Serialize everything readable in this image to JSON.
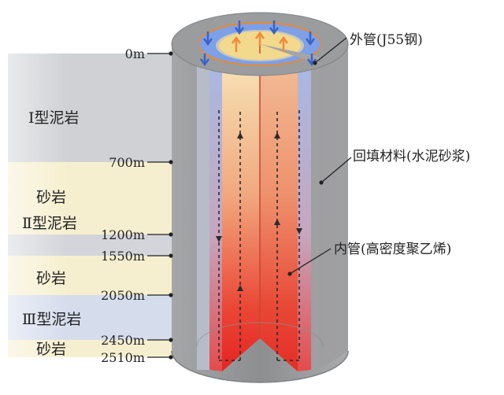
{
  "strata": [
    {
      "name": "Ⅰ型泥岩",
      "color": "#cfd1d5"
    },
    {
      "name": "砂岩",
      "color": "#f6efcf"
    },
    {
      "name": "Ⅱ型泥岩",
      "color": "#d3d5da"
    },
    {
      "name": "砂岩",
      "color": "#f6efcf"
    },
    {
      "name": "Ⅲ型泥岩",
      "color": "#d5dcec"
    },
    {
      "name": "砂岩",
      "color": "#f6efcf"
    }
  ],
  "depths": [
    "0m",
    "700m",
    "1200m",
    "1550m",
    "2050m",
    "2450m",
    "2510m"
  ],
  "callouts": {
    "outer_pipe": "外管(J55钢)",
    "backfill": "回填材料(水泥砂浆)",
    "inner_pipe": "内管(高密度聚乙烯)"
  },
  "colors": {
    "casing_gray": "#8f9092",
    "annulus_blue": "#9fb0dc",
    "hot_red": "#e8262b",
    "warm_yellow": "#f4dc8e",
    "arrow_blue": "#3a63c8",
    "arrow_orange": "#f08a3c"
  }
}
